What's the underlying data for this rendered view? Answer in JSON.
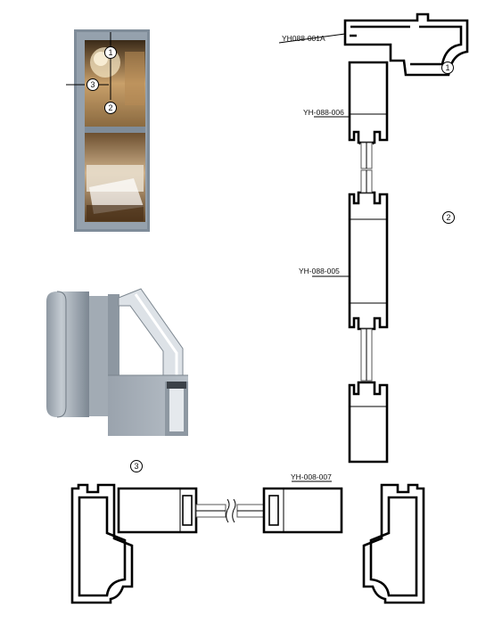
{
  "labels": {
    "part_001A": "YH088-001A",
    "part_006": "YH-088-006",
    "part_005": "YH-088-005",
    "part_007": "YH-008-007"
  },
  "callouts": {
    "one": "1",
    "two": "2",
    "three": "3"
  },
  "colors": {
    "frame": "#7f8c99",
    "profile_line": "#000000",
    "aluminium": "#a9b2bb"
  }
}
